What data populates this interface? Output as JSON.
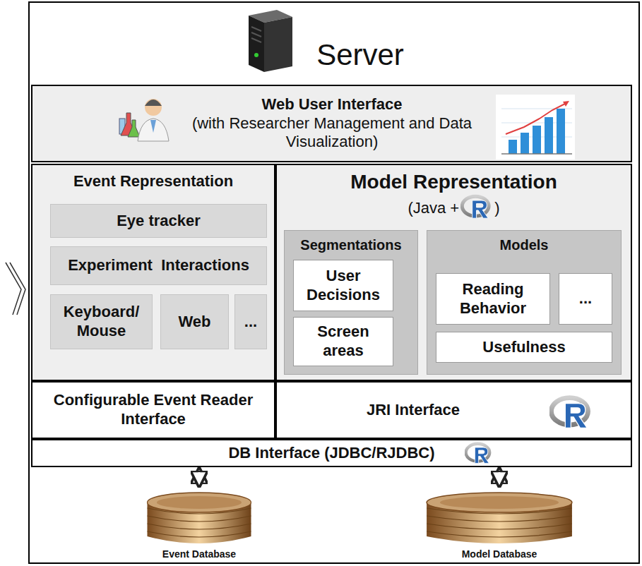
{
  "diagram": {
    "nodes": [
      {
        "text": [
          "Server"
        ]
      },
      {
        "text": [
          "Web User Interface",
          "(with Researcher Management and Data Visualization)"
        ],
        "in": 0
      },
      {
        "text": [
          "Event Representation"
        ],
        "in": 0
      },
      {
        "text": [
          "Eye tracker"
        ],
        "in": 2
      },
      {
        "text": [
          "Experiment  Interactions"
        ],
        "in": 2
      },
      {
        "text": [
          "Keyboard/ Mouse"
        ],
        "in": 2
      },
      {
        "text": [
          "Web"
        ],
        "in": 2
      },
      {
        "text": [
          "..."
        ],
        "in": 2
      },
      {
        "text": [
          "Model Representation",
          "(Java +",
          ")"
        ],
        "in": 0
      },
      {
        "text": [
          "Segmentations"
        ],
        "in": 8
      },
      {
        "text": [
          "User Decisions"
        ],
        "in": 9
      },
      {
        "text": [
          "Screen areas"
        ],
        "in": 9
      },
      {
        "text": [
          "Models"
        ],
        "in": 8
      },
      {
        "text": [
          "Reading Behavior"
        ],
        "in": 12
      },
      {
        "text": [
          "..."
        ],
        "in": 12
      },
      {
        "text": [
          "Usefulness"
        ],
        "in": 12
      },
      {
        "text": [
          "Configurable Event Reader Interface"
        ],
        "in": 0
      },
      {
        "text": [
          "JRI Interface"
        ],
        "in": 0
      },
      {
        "text": [
          "DB Interface (JDBC/RJDBC)"
        ],
        "in": 0
      },
      {
        "text": [
          "Event Database"
        ],
        "in": 0
      },
      {
        "text": [
          "Model Database"
        ],
        "in": 0
      }
    ],
    "edges": [
      {
        "from": 18,
        "to": 19,
        "arrow": "both"
      },
      {
        "from": 18,
        "to": 20,
        "arrow": "both"
      }
    ]
  }
}
